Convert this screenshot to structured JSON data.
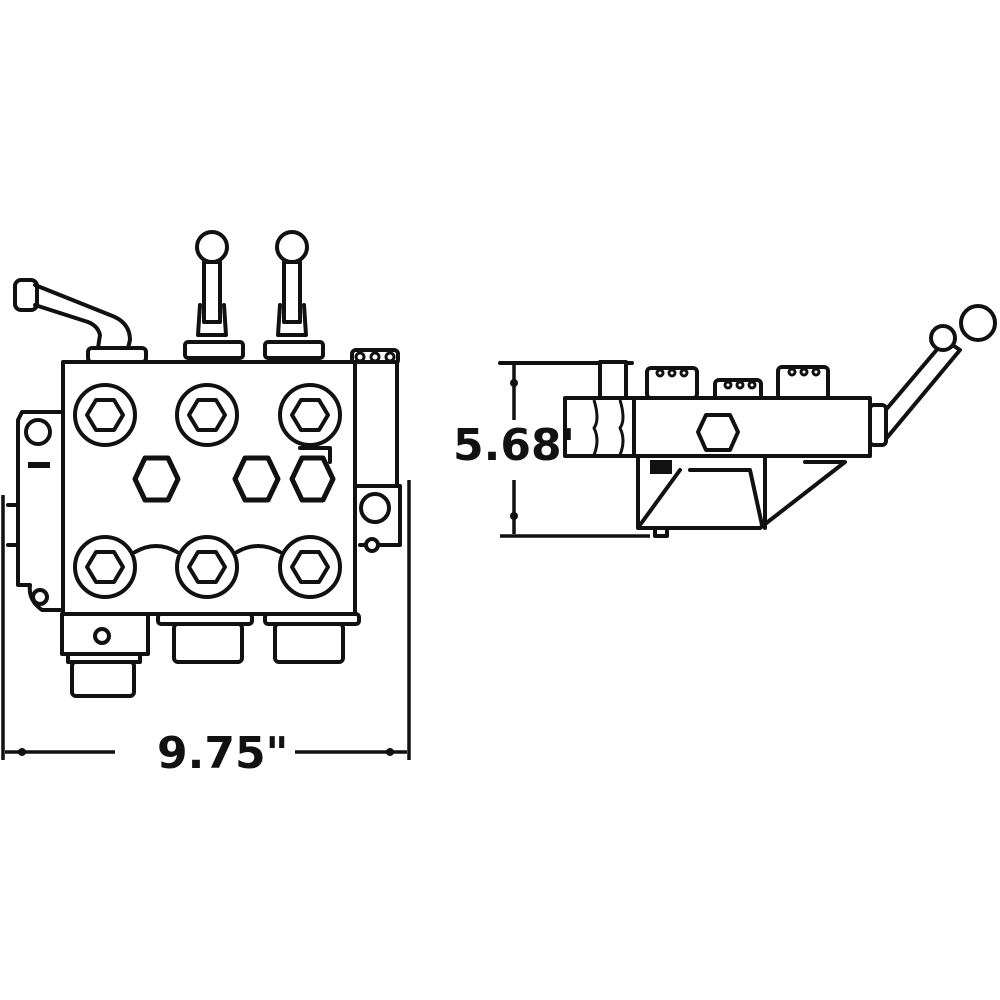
{
  "drawing": {
    "subject": "Hydraulic directional control valve, 3-spool",
    "views": [
      {
        "name": "front-view",
        "label": ""
      },
      {
        "name": "side-view",
        "label": ""
      }
    ],
    "dimensions": {
      "width": {
        "label": "9.75\"",
        "value": 9.75,
        "unit": "in",
        "orientation": "horizontal"
      },
      "height": {
        "label": "5.68'",
        "value": 5.68,
        "unit": "in",
        "orientation": "vertical"
      }
    },
    "colors": {
      "line": "#111111",
      "background": "#ffffff"
    }
  }
}
